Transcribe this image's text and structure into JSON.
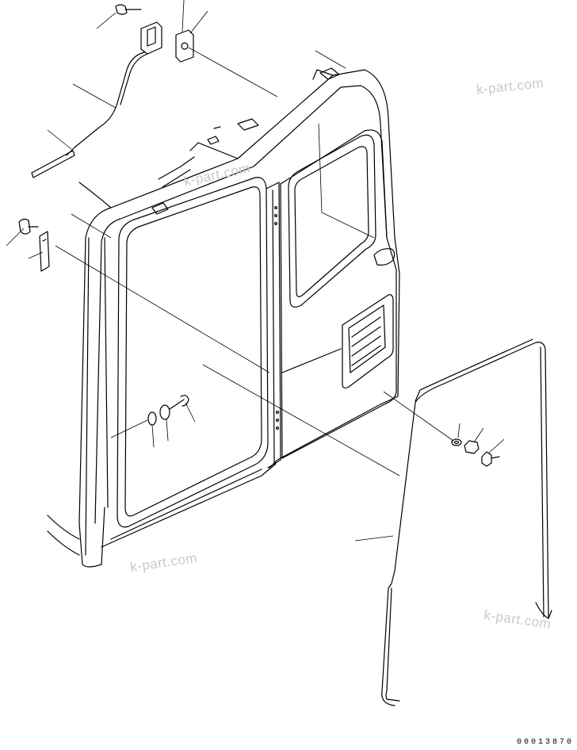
{
  "watermarks": [
    "k-part.com",
    "k-part.com",
    "k-part.com",
    "k-part.com"
  ],
  "drawing_number": "00013870",
  "colors": {
    "line": "#000000",
    "background": "#ffffff",
    "watermark": "#c9c9c9"
  }
}
